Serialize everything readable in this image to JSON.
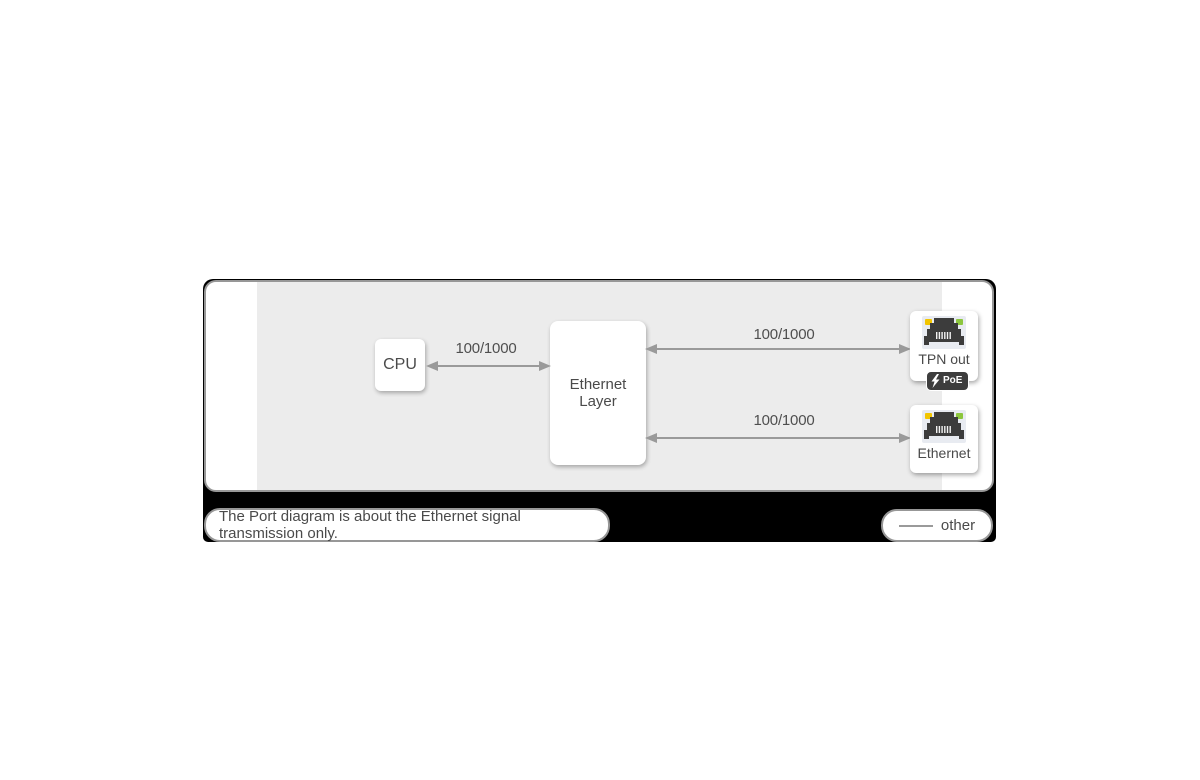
{
  "diagram": {
    "cpu": {
      "label": "CPU"
    },
    "ethernet_layer": {
      "label": "Ethernet Layer"
    },
    "links": [
      {
        "from": "CPU",
        "to": "Ethernet Layer",
        "label": "100/1000"
      },
      {
        "from": "Ethernet Layer",
        "to": "TPN out",
        "label": "100/1000"
      },
      {
        "from": "Ethernet Layer",
        "to": "Ethernet",
        "label": "100/1000"
      }
    ],
    "ports": [
      {
        "label": "TPN out",
        "badge": "PoE",
        "icon": "rj45-port-icon"
      },
      {
        "label": "Ethernet",
        "icon": "rj45-port-icon"
      }
    ],
    "note": {
      "text": "The Port diagram is about the Ethernet signal transmission only."
    },
    "legend": {
      "label": "other",
      "line_style": "solid"
    }
  },
  "colors": {
    "backdrop": "#000000",
    "panel_border": "#979797",
    "interior": "#ececec",
    "arrow": "#9a9a9a",
    "text": "#4a4a4a",
    "led_yellow": "#f2c500",
    "led_green": "#8cc63e",
    "poe_badge_bg": "#3d3d3d"
  }
}
